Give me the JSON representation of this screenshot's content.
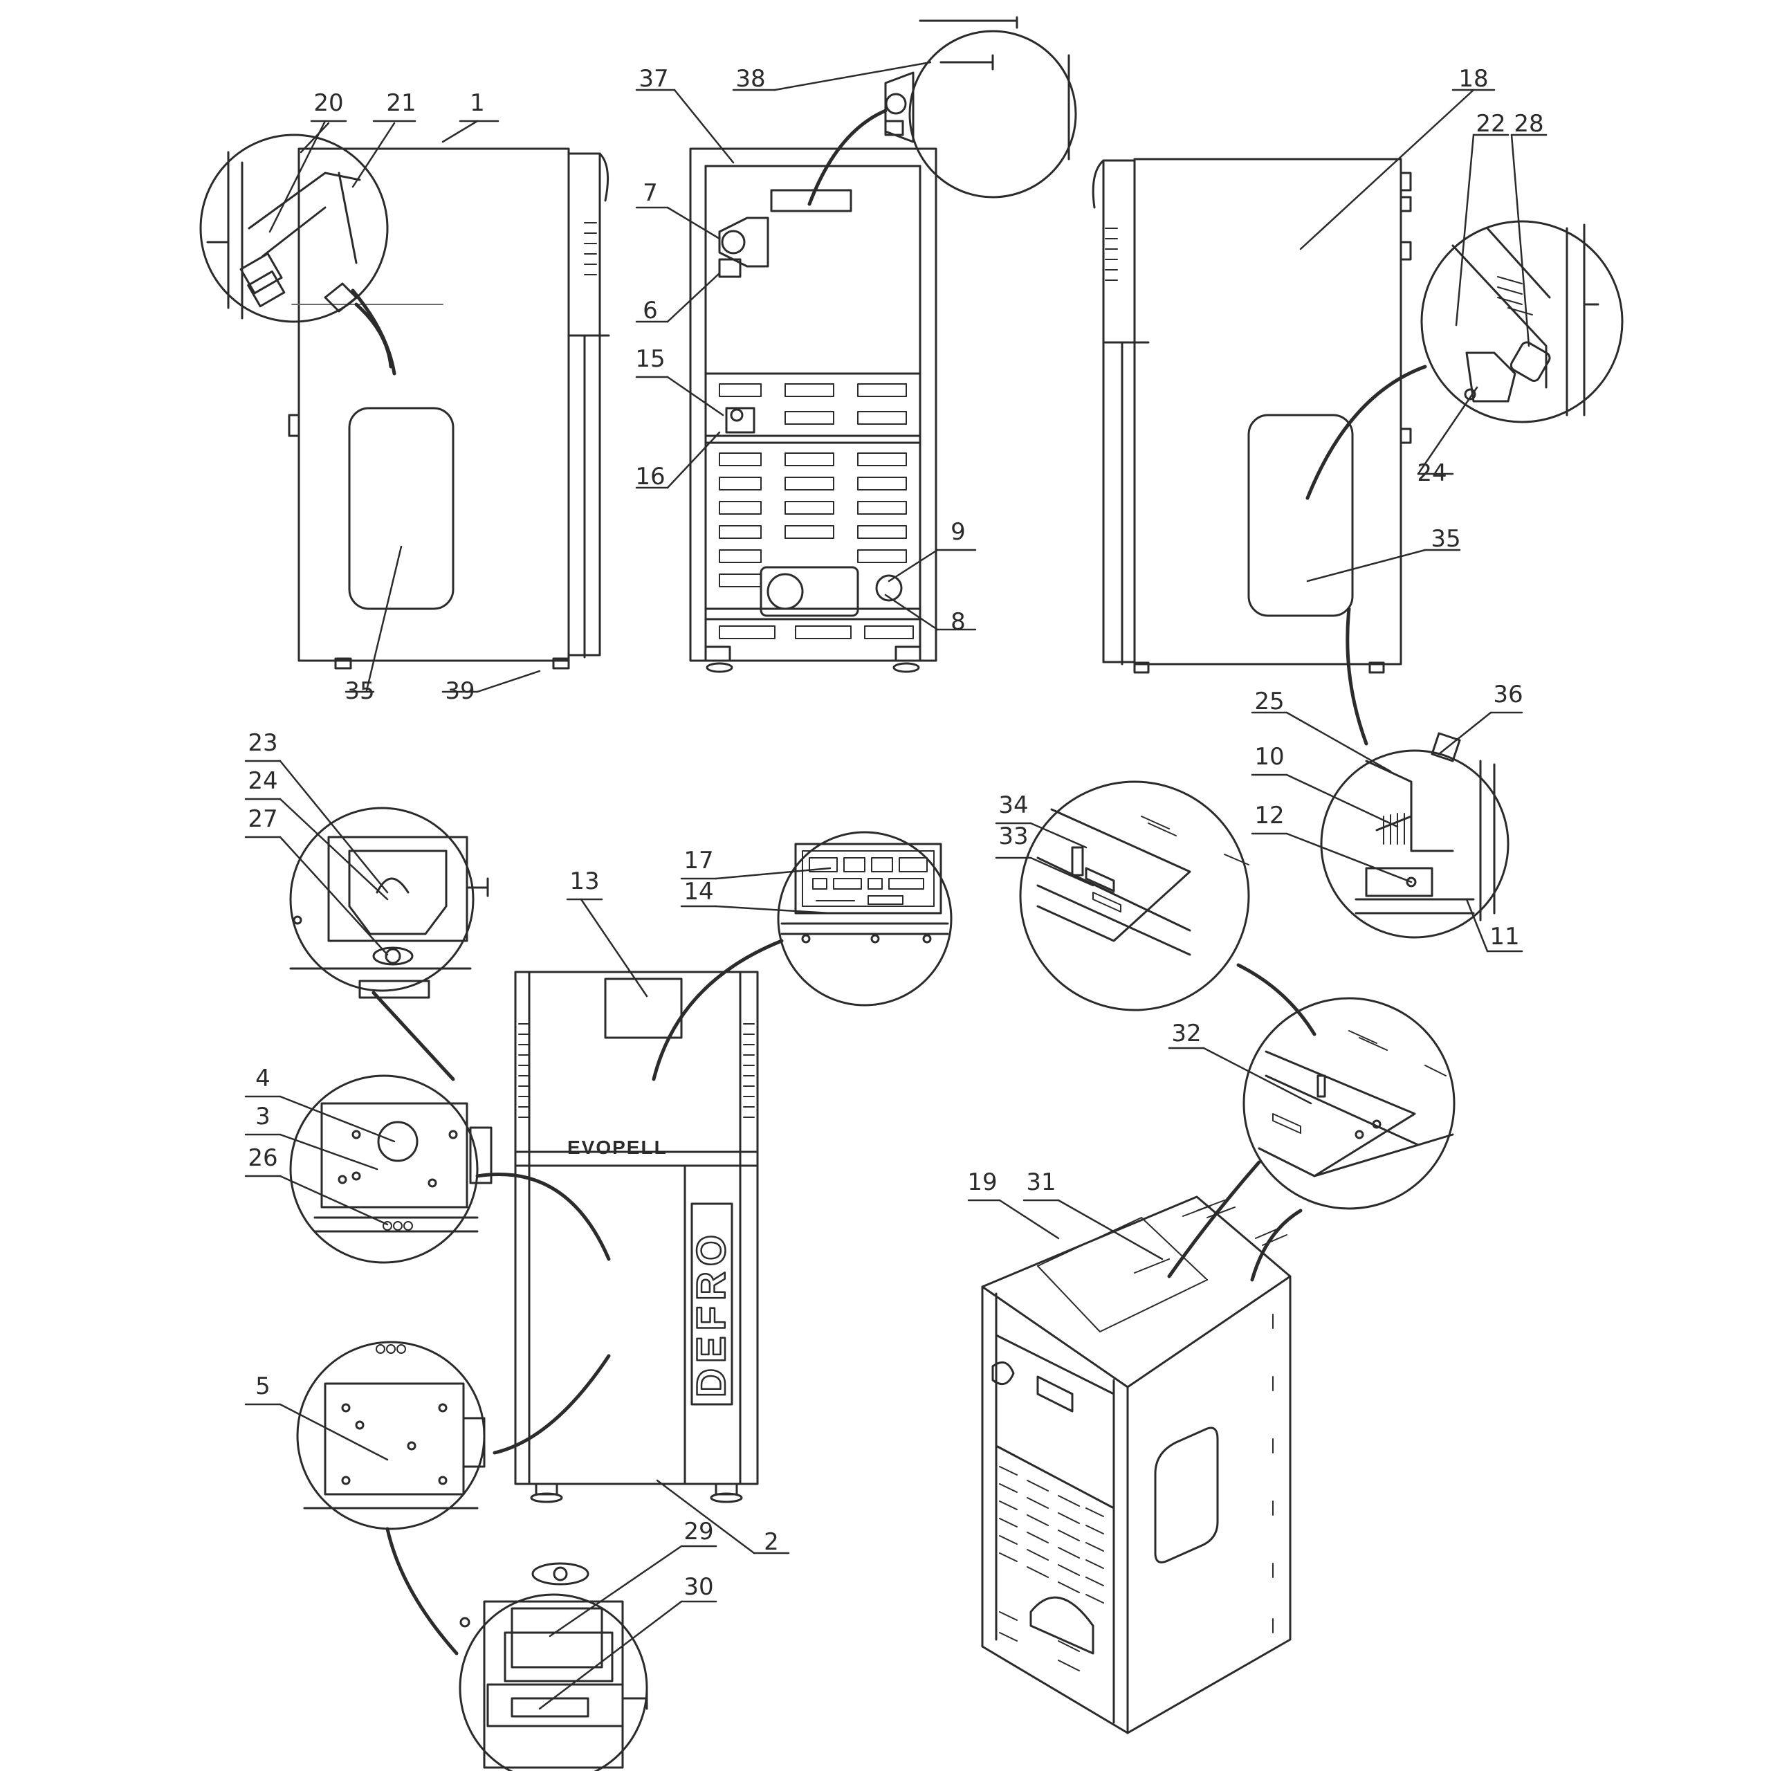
{
  "brand": {
    "model": "EVOPELL",
    "maker": "DEFRO"
  },
  "callouts": [
    "1",
    "2",
    "3",
    "4",
    "5",
    "6",
    "7",
    "8",
    "9",
    "10",
    "11",
    "12",
    "13",
    "14",
    "15",
    "16",
    "17",
    "18",
    "19",
    "20",
    "21",
    "22",
    "23",
    "24",
    "25",
    "26",
    "27",
    "28",
    "29",
    "30",
    "31",
    "32",
    "33",
    "34",
    "35",
    "36",
    "37",
    "38",
    "39"
  ],
  "colors": {
    "line": "#2b2b2b",
    "light": "#6a6a6a",
    "paper": "#ffffff",
    "dark": "#111111"
  }
}
